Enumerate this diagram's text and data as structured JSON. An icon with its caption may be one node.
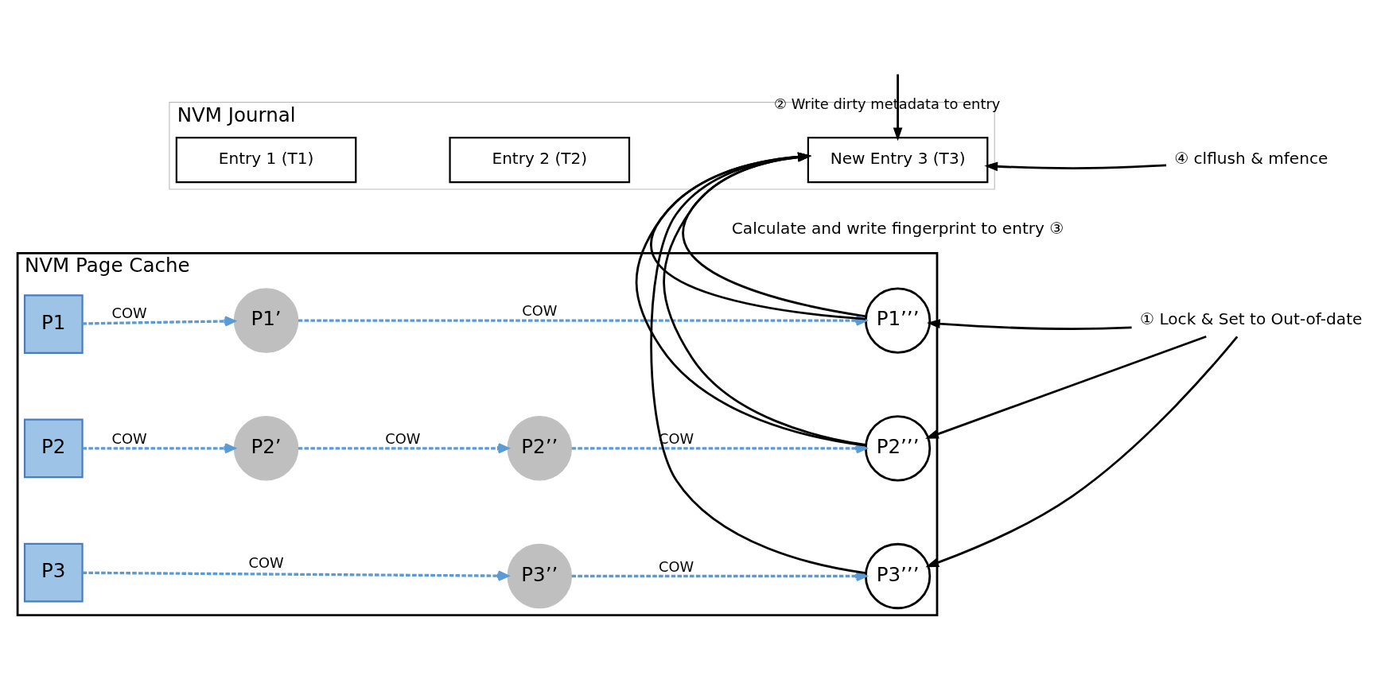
{
  "diagram": {
    "nodes": [
      {
        "text": [
          "NVM Page Cache"
        ]
      },
      {
        "text": [
          "P1"
        ],
        "in": 0
      },
      {
        "text": [
          "P2"
        ],
        "in": 0
      },
      {
        "text": [
          "P3"
        ],
        "in": 0
      },
      {
        "text": [
          "P1’"
        ],
        "in": 0
      },
      {
        "text": [
          "P2’"
        ],
        "in": 0
      },
      {
        "text": [
          "P2’’"
        ],
        "in": 0
      },
      {
        "text": [
          "P3’’"
        ],
        "in": 0
      },
      {
        "text": [
          "P1’’’"
        ],
        "in": 0
      },
      {
        "text": [
          "P2’’’"
        ],
        "in": 0
      },
      {
        "text": [
          "P3’’’"
        ],
        "in": 0
      },
      {
        "text": [
          "NVM Journal"
        ]
      },
      {
        "text": [
          "Entry 1 (T1)"
        ],
        "in": 11
      },
      {
        "text": [
          "Entry 2 (T2)"
        ],
        "in": 11
      },
      {
        "text": [
          "New Entry 3 (T3)"
        ],
        "in": 11
      },
      {
        "text": [
          "① Lock & Set to Out-of-date"
        ]
      },
      {
        "text": [
          "④ clflush & mfence"
        ]
      }
    ],
    "edges": [
      {
        "from": 1,
        "to": 4,
        "arrow": "to",
        "label": "COW",
        "style": "dashed",
        "color": "#5b9bd5"
      },
      {
        "from": 4,
        "to": 8,
        "arrow": "to",
        "label": "COW",
        "style": "dashed",
        "color": "#5b9bd5"
      },
      {
        "from": 2,
        "to": 5,
        "arrow": "to",
        "label": "COW",
        "style": "dashed",
        "color": "#5b9bd5"
      },
      {
        "from": 5,
        "to": 6,
        "arrow": "to",
        "label": "COW",
        "style": "dashed",
        "color": "#5b9bd5"
      },
      {
        "from": 6,
        "to": 9,
        "arrow": "to",
        "label": "COW",
        "style": "dashed",
        "color": "#5b9bd5"
      },
      {
        "from": 3,
        "to": 7,
        "arrow": "to",
        "label": "COW",
        "style": "dashed",
        "color": "#5b9bd5"
      },
      {
        "from": 7,
        "to": 10,
        "arrow": "to",
        "label": "COW",
        "style": "dashed",
        "color": "#5b9bd5"
      },
      {
        "from": 15,
        "to": 8,
        "arrow": "to"
      },
      {
        "from": 15,
        "to": 9,
        "arrow": "to"
      },
      {
        "from": 15,
        "to": 10,
        "arrow": "to"
      },
      {
        "from": 8,
        "to": 14,
        "arrow": "to"
      },
      {
        "from": 9,
        "to": 14,
        "arrow": "to"
      },
      {
        "from": 10,
        "to": 14,
        "arrow": "to"
      },
      {
        "from": 16,
        "to": 14,
        "arrow": "to"
      },
      {
        "from": null,
        "to": 14,
        "arrow": "to",
        "label": "② Write dirty metadata to entry"
      }
    ],
    "labels": [
      "Calculate and write fingerprint to entry ③"
    ]
  }
}
